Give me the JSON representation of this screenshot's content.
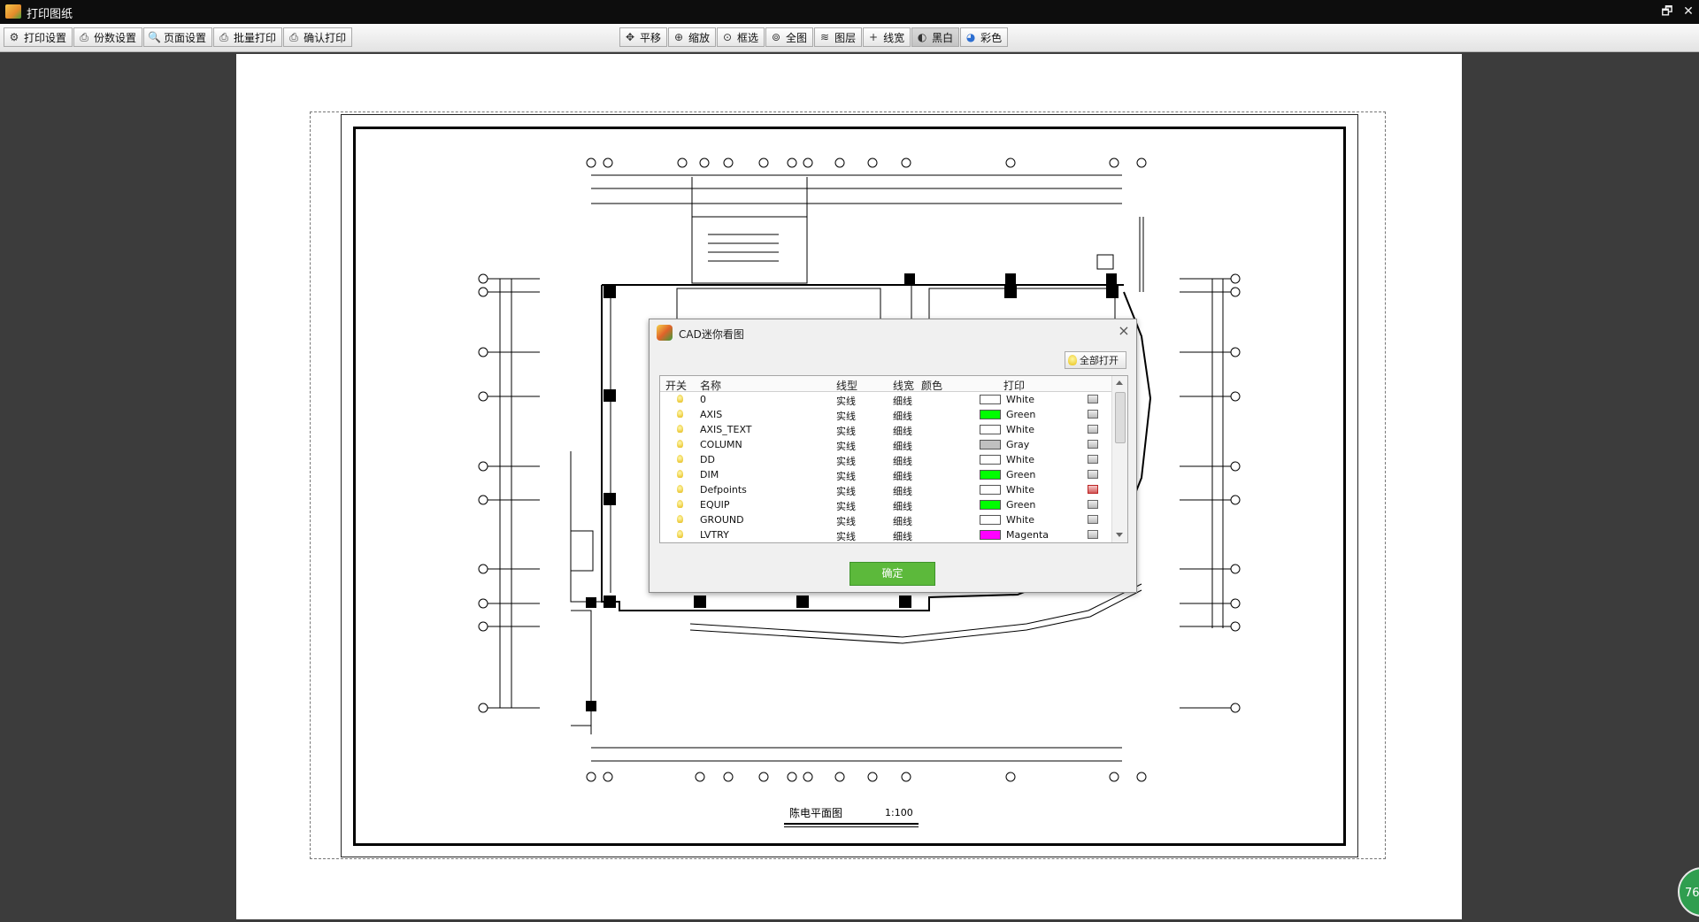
{
  "window": {
    "title": "打印图纸",
    "restore_glyph": "🗗",
    "close_glyph": "✕"
  },
  "toolbar": {
    "left": [
      {
        "label": "打印设置",
        "icon": "print-settings-icon"
      },
      {
        "label": "份数设置",
        "icon": "copies-icon"
      },
      {
        "label": "页面设置",
        "icon": "page-settings-icon"
      },
      {
        "label": "批量打印",
        "icon": "batch-print-icon"
      },
      {
        "label": "确认打印",
        "icon": "printer-icon"
      }
    ],
    "center": [
      {
        "label": "平移",
        "icon": "pan-icon"
      },
      {
        "label": "缩放",
        "icon": "zoom-icon"
      },
      {
        "label": "框选",
        "icon": "window-select-icon"
      },
      {
        "label": "全图",
        "icon": "zoom-extents-icon"
      },
      {
        "label": "图层",
        "icon": "layers-icon"
      },
      {
        "label": "线宽",
        "icon": "lineweight-icon"
      },
      {
        "label": "黑白",
        "icon": "monochrome-icon",
        "active": true
      },
      {
        "label": "彩色",
        "icon": "color-icon"
      }
    ]
  },
  "drawing": {
    "title": "陈电平面图",
    "scale": "1:100"
  },
  "dialog": {
    "title": "CAD迷你看图",
    "open_all_label": "全部打开",
    "columns": [
      "开关",
      "名称",
      "线型",
      "线宽",
      "颜色",
      "打印"
    ],
    "layers": [
      {
        "name": "0",
        "linetype": "实线",
        "lineweight": "细线",
        "color_name": "White",
        "color_hex": "#ffffff",
        "print": true
      },
      {
        "name": "AXIS",
        "linetype": "实线",
        "lineweight": "细线",
        "color_name": "Green",
        "color_hex": "#00ff00",
        "print": true
      },
      {
        "name": "AXIS_TEXT",
        "linetype": "实线",
        "lineweight": "细线",
        "color_name": "White",
        "color_hex": "#ffffff",
        "print": true
      },
      {
        "name": "COLUMN",
        "linetype": "实线",
        "lineweight": "细线",
        "color_name": "Gray",
        "color_hex": "#c0c0c0",
        "print": true
      },
      {
        "name": "DD",
        "linetype": "实线",
        "lineweight": "细线",
        "color_name": "White",
        "color_hex": "#ffffff",
        "print": true
      },
      {
        "name": "DIM",
        "linetype": "实线",
        "lineweight": "细线",
        "color_name": "Green",
        "color_hex": "#00ff00",
        "print": true
      },
      {
        "name": "Defpoints",
        "linetype": "实线",
        "lineweight": "细线",
        "color_name": "White",
        "color_hex": "#ffffff",
        "print": false
      },
      {
        "name": "EQUIP",
        "linetype": "实线",
        "lineweight": "细线",
        "color_name": "Green",
        "color_hex": "#00ff00",
        "print": true
      },
      {
        "name": "GROUND",
        "linetype": "实线",
        "lineweight": "细线",
        "color_name": "White",
        "color_hex": "#ffffff",
        "print": true
      },
      {
        "name": "LVTRY",
        "linetype": "实线",
        "lineweight": "细线",
        "color_name": "Magenta",
        "color_hex": "#ff00ff",
        "print": true
      }
    ],
    "ok_label": "确定"
  },
  "status": {
    "zoom_badge": "76"
  }
}
